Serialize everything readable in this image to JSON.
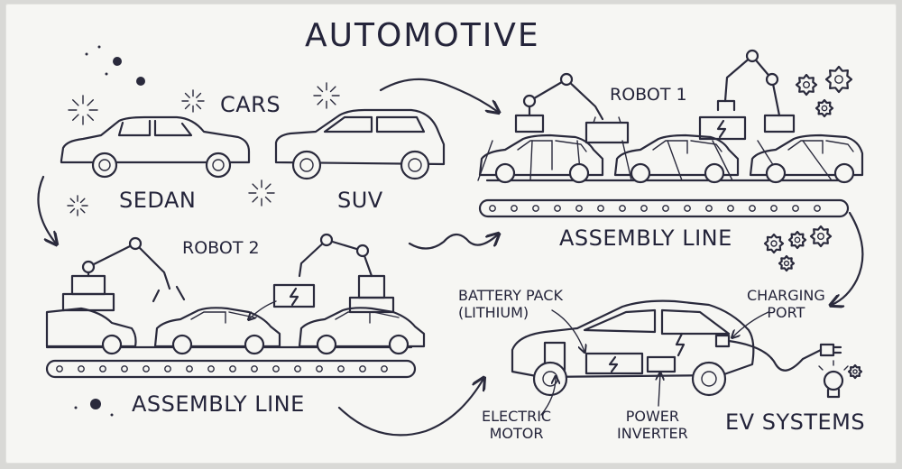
{
  "title": "AUTOMOTIVE",
  "labels": {
    "cars": "CARS",
    "sedan": "SEDAN",
    "suv": "SUV",
    "robot1": "ROBOT 1",
    "robot2": "ROBOT 2",
    "assembly_top": "ASSEMBLY LINE",
    "assembly_bottom": "ASSEMBLY LINE",
    "battery_pack": "BATTERY PACK\n(LITHIUM)",
    "charging_port": "CHARGING\nPORT",
    "electric_motor": "ELECTRIC\nMOTOR",
    "power_inverter": "POWER\nINVERTER",
    "ev_systems": "EV SYSTEMS"
  },
  "icons": [
    "sedan-car",
    "suv-car",
    "robot-arm",
    "battery",
    "conveyor-belt",
    "gear",
    "light-bulb",
    "plug",
    "lightning-bolt"
  ]
}
